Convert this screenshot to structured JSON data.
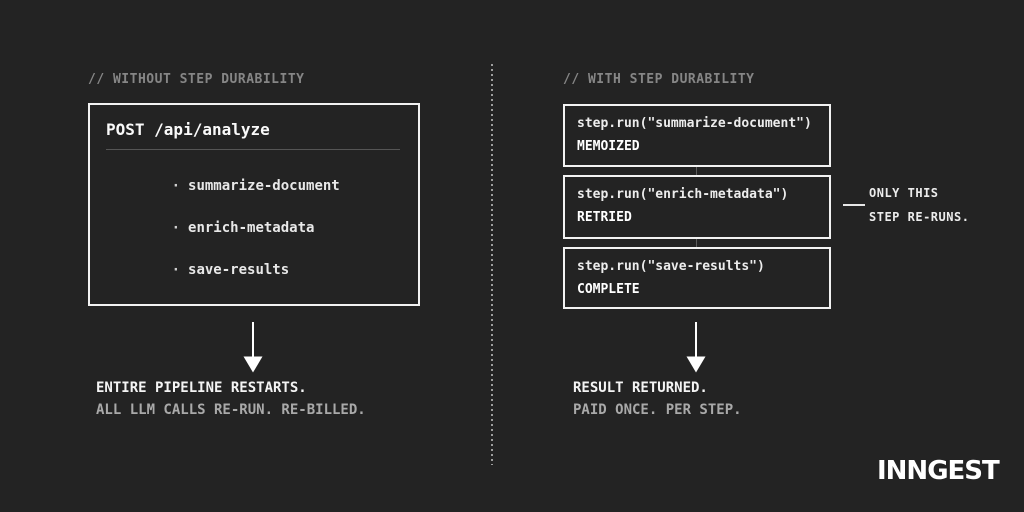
{
  "colors": {
    "background": "#232323",
    "foreground": "#f5f5f5",
    "border": "#f2f2f2",
    "muted_header": "#868686",
    "secondary_text": "#a9a9a9"
  },
  "left": {
    "header": "// WITHOUT STEP DURABILITY",
    "box": {
      "title": "POST /api/analyze",
      "bullet": "·",
      "items": [
        "summarize-document",
        "enrich-metadata",
        "save-results"
      ]
    },
    "caption_primary": "ENTIRE PIPELINE RESTARTS.",
    "caption_secondary": "ALL LLM CALLS RE-RUN. RE-BILLED."
  },
  "right": {
    "header": "// WITH STEP DURABILITY",
    "steps": [
      {
        "code": "step.run(\"summarize-document\")",
        "status": "MEMOIZED"
      },
      {
        "code": "step.run(\"enrich-metadata\")",
        "status": "RETRIED"
      },
      {
        "code": "step.run(\"save-results\")",
        "status": "COMPLETE"
      }
    ],
    "annotation": {
      "line1": "ONLY THIS",
      "line2": "STEP RE-RUNS."
    },
    "caption_primary": "RESULT RETURNED.",
    "caption_secondary": "PAID ONCE. PER STEP."
  },
  "logo": {
    "text": "INNGEST"
  }
}
